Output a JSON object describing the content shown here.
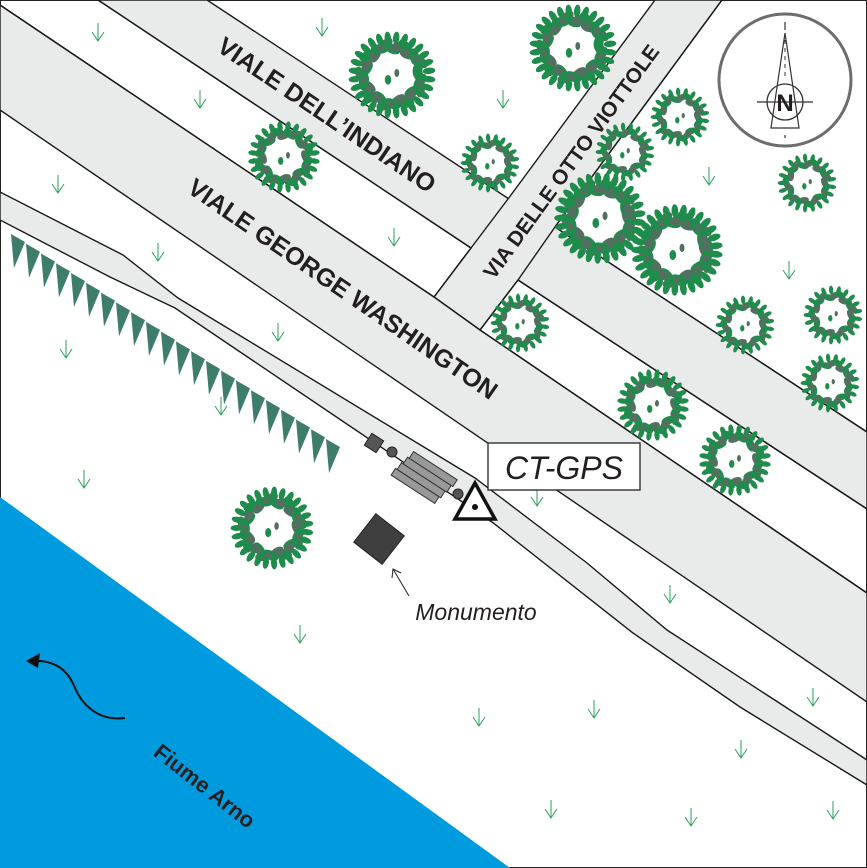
{
  "streets": {
    "viale_indiano": "VIALE DELL’INDIANO",
    "viale_washington": "VIALE GEORGE WASHINGTON",
    "via_otto_viottole": "VIA DELLE OTTO VIOTTOLE"
  },
  "river": {
    "label": "Fiume Arno",
    "color": "#009ade"
  },
  "station": {
    "label": "CT-GPS",
    "icon": "triangle-benchmark-icon"
  },
  "monument": {
    "label": "Monumento"
  },
  "compass": {
    "letter": "N"
  },
  "colors": {
    "road": "#e9eaea",
    "tree_leaf": "#1e8c4b",
    "tree_leaf_dark": "#52705f",
    "grass": "#2aa05a",
    "embankment": "#3e7c6c"
  }
}
